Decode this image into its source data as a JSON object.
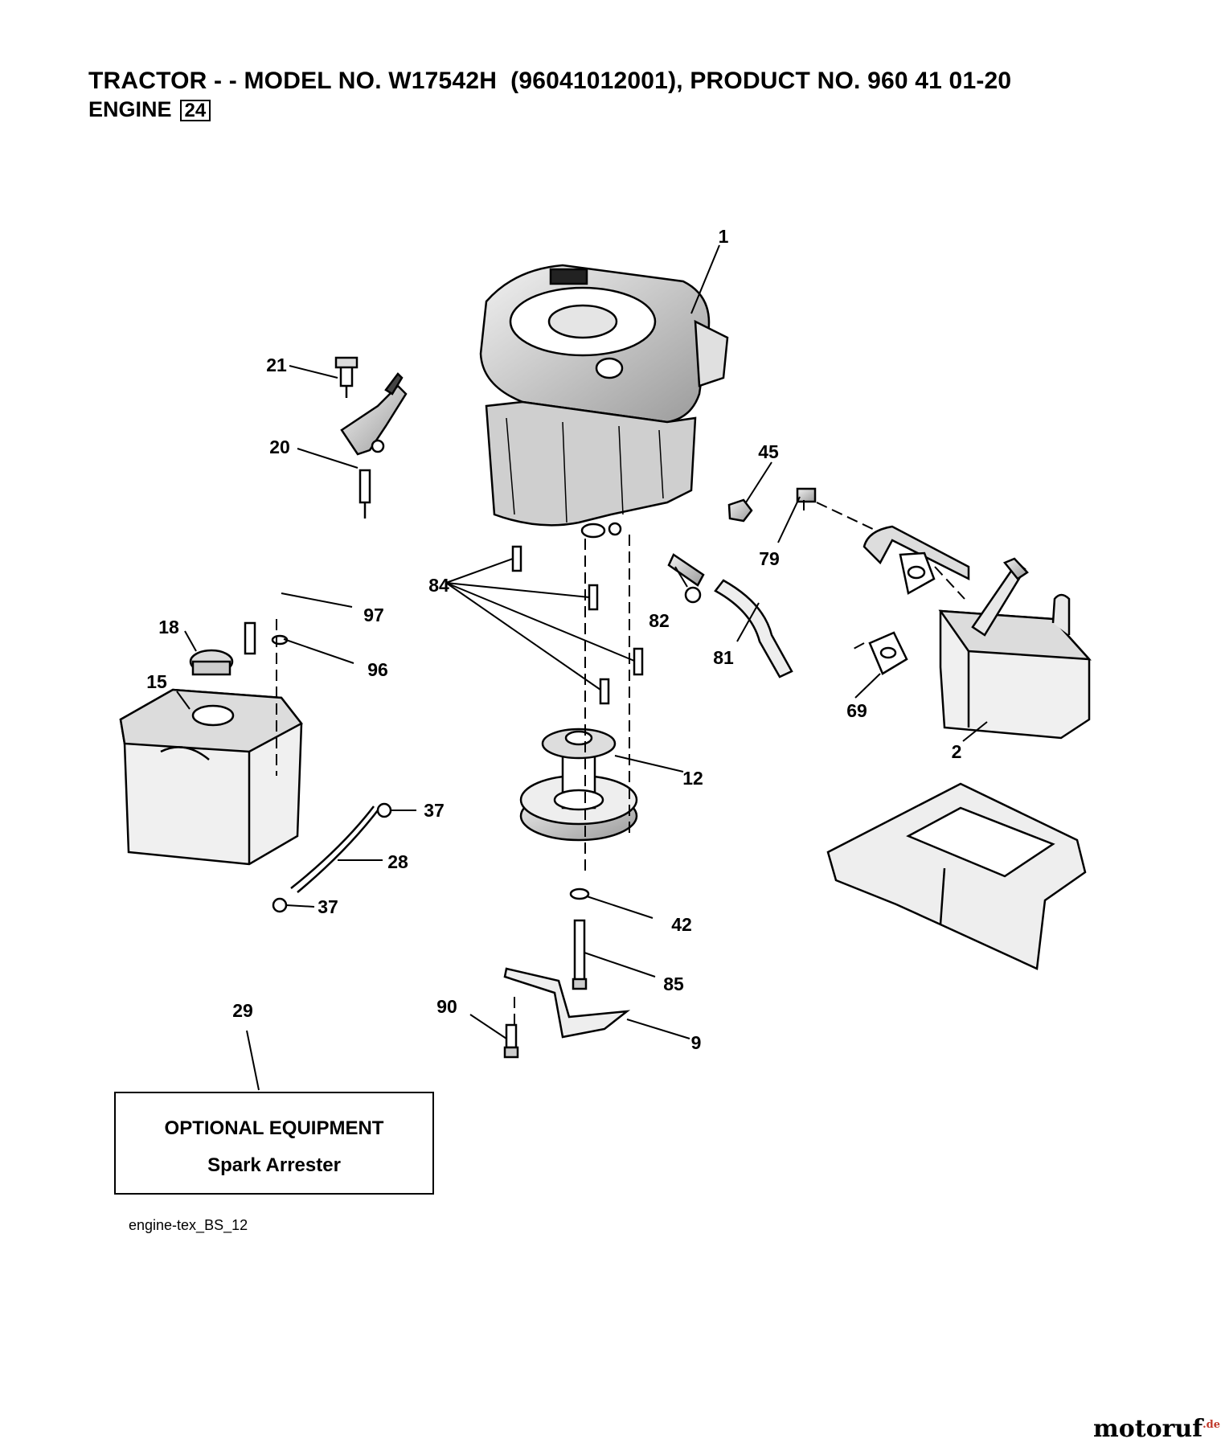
{
  "header": {
    "title": "TRACTOR - - MODEL NO. W17542H  (96041012001), PRODUCT NO. 960 41 01-20",
    "section": "ENGINE",
    "section_number": "24"
  },
  "callouts": [
    "1",
    "2",
    "9",
    "12",
    "15",
    "18",
    "20",
    "21",
    "28",
    "29",
    "37",
    "37",
    "42",
    "45",
    "69",
    "79",
    "81",
    "82",
    "84",
    "85",
    "90",
    "96",
    "97"
  ],
  "optional_box": {
    "title": "OPTIONAL EQUIPMENT",
    "item": "Spark Arrester"
  },
  "reference_code": "engine-tex_BS_12",
  "watermark": {
    "brand": "motoruf",
    "suffix": ".de"
  }
}
